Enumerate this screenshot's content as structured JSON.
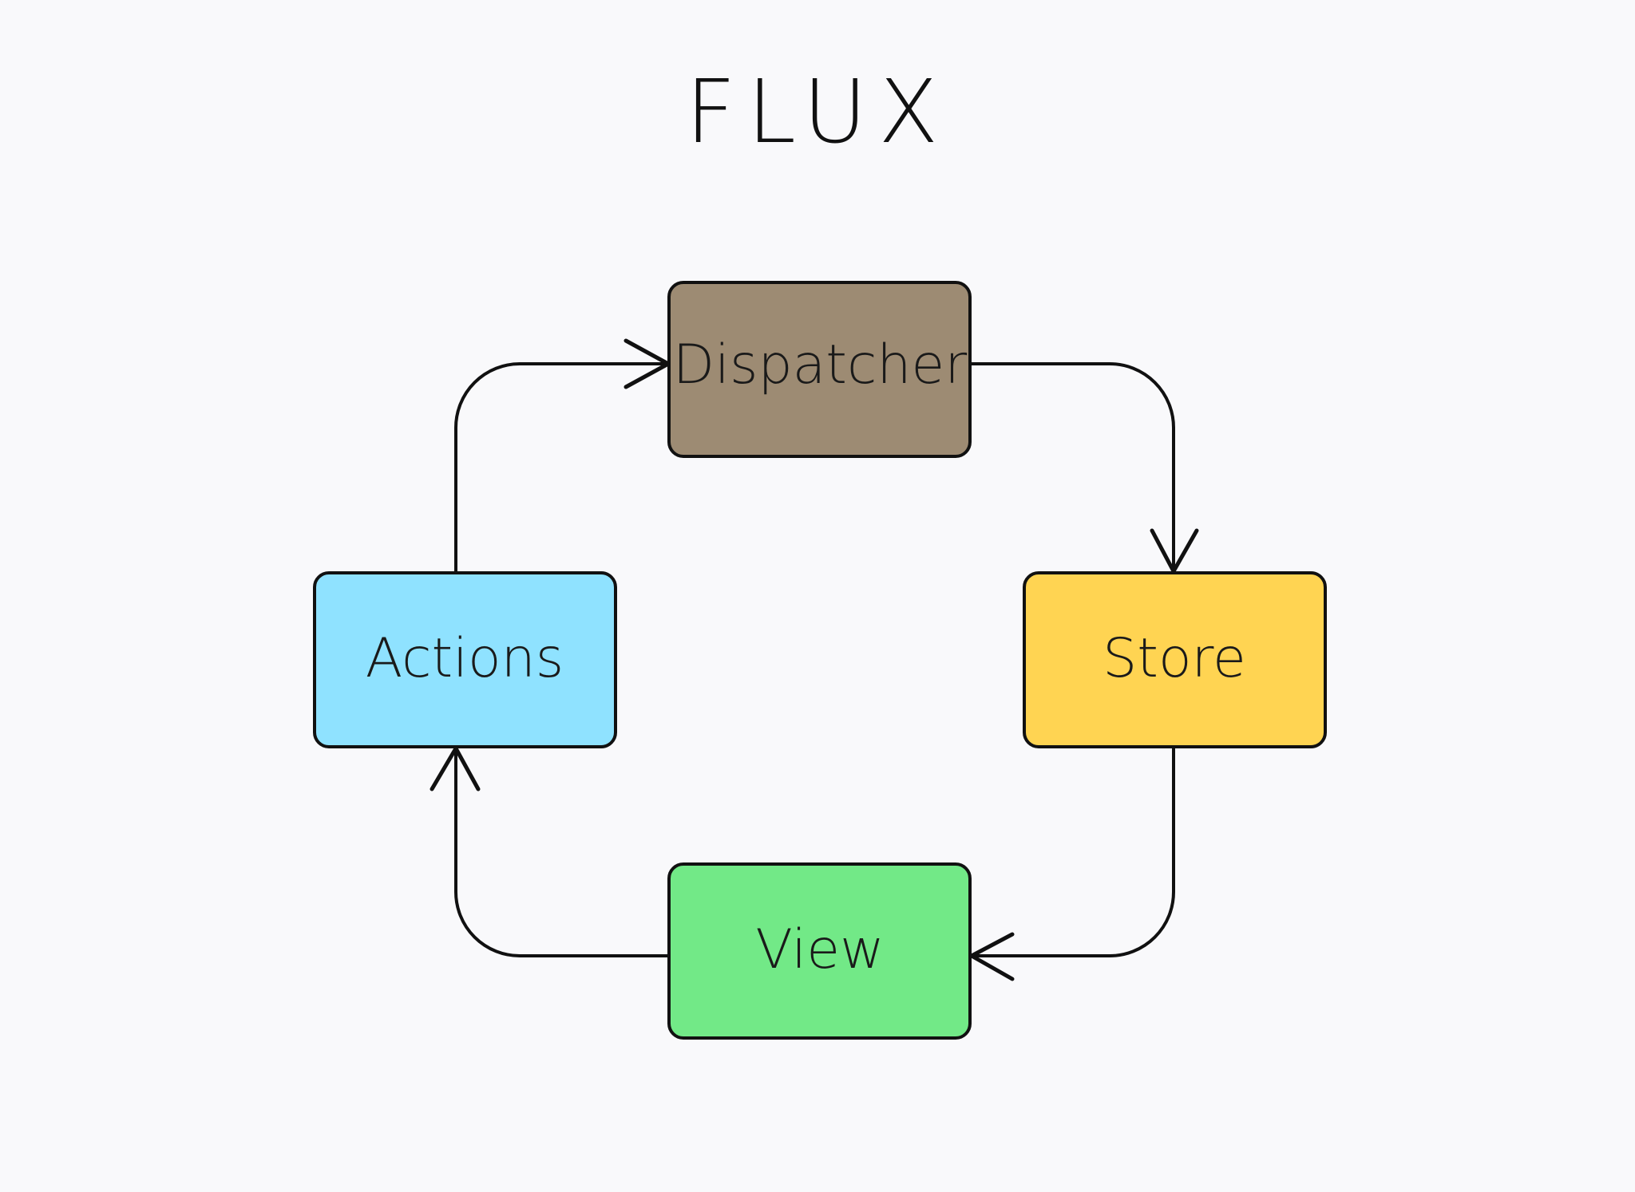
{
  "title": "FLUX",
  "nodes": {
    "dispatcher": {
      "label": "Dispatcher",
      "color": "#9d8b73"
    },
    "store": {
      "label": "Store",
      "color": "#ffd452"
    },
    "view": {
      "label": "View",
      "color": "#72e987"
    },
    "actions": {
      "label": "Actions",
      "color": "#8fe2ff"
    }
  },
  "edges": [
    {
      "from": "actions",
      "to": "dispatcher"
    },
    {
      "from": "dispatcher",
      "to": "store"
    },
    {
      "from": "store",
      "to": "view"
    },
    {
      "from": "view",
      "to": "actions"
    }
  ]
}
